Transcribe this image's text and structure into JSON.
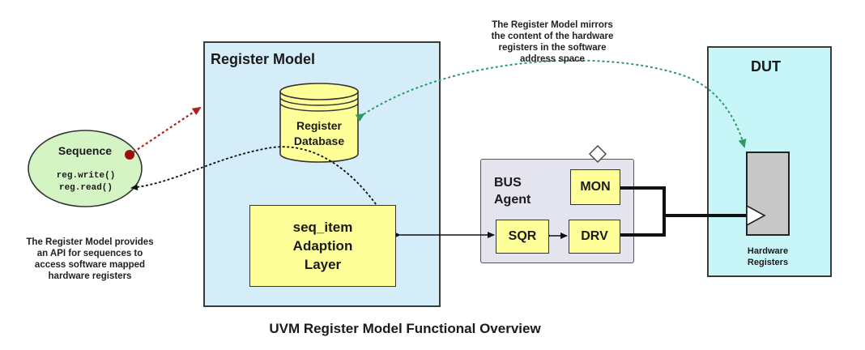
{
  "register_model": {
    "title": "Register Model",
    "database_label": [
      "Register",
      "Database"
    ],
    "adaption_label": [
      "seq_item",
      "Adaption",
      "Layer"
    ]
  },
  "sequence": {
    "title": "Sequence",
    "calls": [
      "reg.write()",
      "reg.read()"
    ]
  },
  "bus_agent": {
    "title": [
      "BUS",
      "Agent"
    ],
    "mon": "MON",
    "sqr": "SQR",
    "drv": "DRV"
  },
  "dut": {
    "title": "DUT",
    "hw_label": [
      "Hardware",
      "Registers"
    ]
  },
  "notes": {
    "mirror": [
      "The Register Model mirrors",
      "the content of the hardware",
      "registers in the software",
      "address space"
    ],
    "api": [
      "The Register Model provides",
      "an API for sequences to",
      "access software mapped",
      "hardware registers"
    ]
  },
  "caption": "UVM Register Model Functional Overview",
  "colors": {
    "register_panel": "#d5ecf9",
    "dut_panel": "#c8f6f8",
    "bus_agent_panel": "#e4e4ef",
    "sequence_ellipse": "#d4f4c4",
    "yellow_box": "#ffff99",
    "green_arrow": "#2e9a66",
    "red_arrow": "#b21e1e"
  }
}
